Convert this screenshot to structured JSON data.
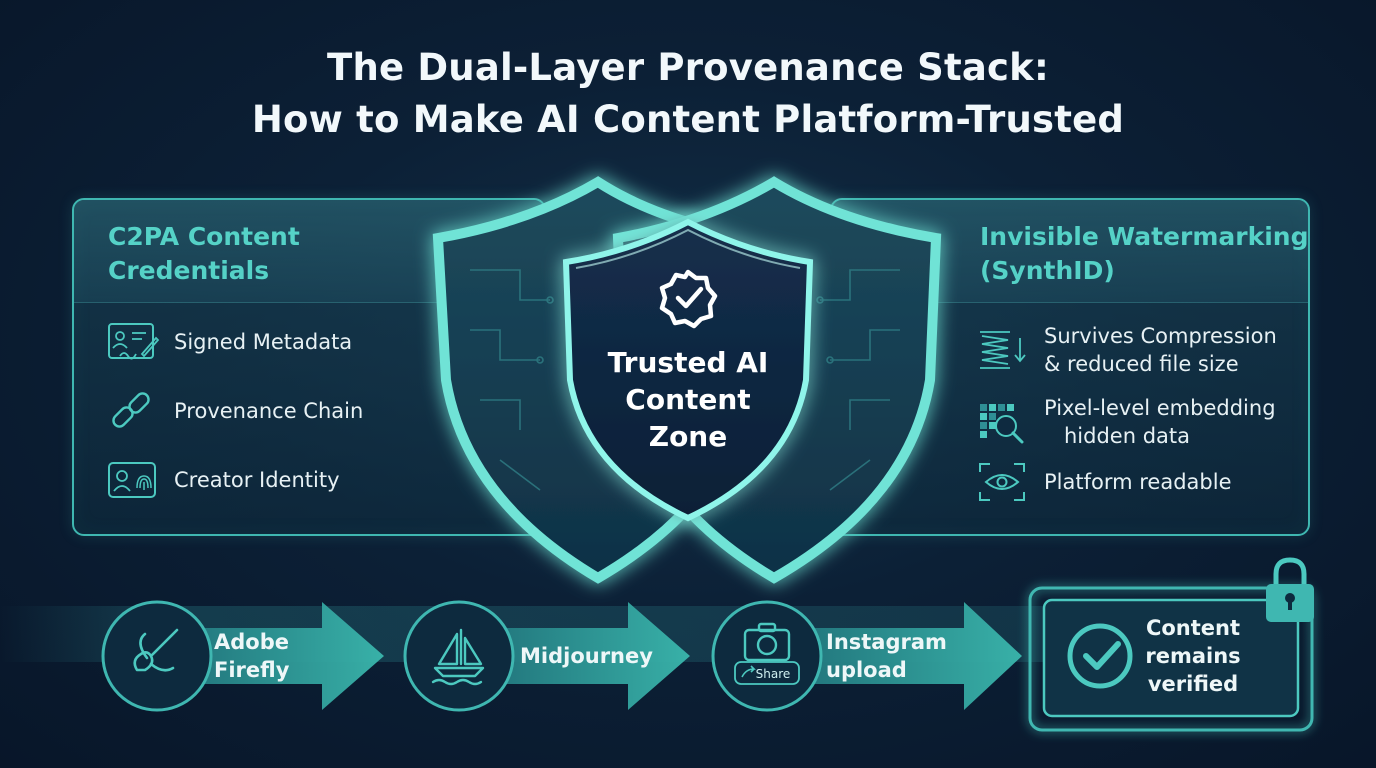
{
  "title": {
    "line1": "The Dual-Layer Provenance Stack:",
    "line2": "How to Make AI Content Platform-Trusted"
  },
  "left_panel": {
    "title_line1": "C2PA Content",
    "title_line2": "Credentials",
    "items": [
      {
        "label": "Signed Metadata",
        "icon": "signed-document-icon"
      },
      {
        "label": "Provenance Chain",
        "icon": "chain-link-icon"
      },
      {
        "label": "Creator Identity",
        "icon": "id-fingerprint-icon"
      }
    ]
  },
  "right_panel": {
    "title_line1": "Invisible Watermarking",
    "title_line2": "(SynthID)",
    "items": [
      {
        "label_line1": "Survives Compression",
        "label_line2": "& reduced file size",
        "icon": "compression-spring-icon"
      },
      {
        "label_line1": "Pixel-level embedding",
        "label_line2": "hidden data",
        "icon": "pixel-grid-magnifier-icon"
      },
      {
        "label_line1": "Platform readable",
        "label_line2": "",
        "icon": "eye-scan-icon"
      }
    ]
  },
  "shield": {
    "line1": "Trusted AI",
    "line2": "Content",
    "line3": "Zone",
    "icon": "verified-badge-icon"
  },
  "flow": {
    "steps": [
      {
        "line1": "Adobe",
        "line2": "Firefly",
        "icon": "brush-icon"
      },
      {
        "line1": "Midjourney",
        "line2": "",
        "icon": "sailboat-icon"
      },
      {
        "line1": "Instagram",
        "line2": "upload",
        "icon": "camera-share-icon",
        "badge": "Share"
      }
    ],
    "final": {
      "line1": "Content",
      "line2": "remains",
      "line3": "verified",
      "icon": "check-circle-icon",
      "lock_icon": "padlock-icon"
    }
  },
  "colors": {
    "accent": "#3fb7b1",
    "accent_text": "#55d2c7",
    "background": "#0c2036",
    "shield_inner": "#0e2a44"
  }
}
